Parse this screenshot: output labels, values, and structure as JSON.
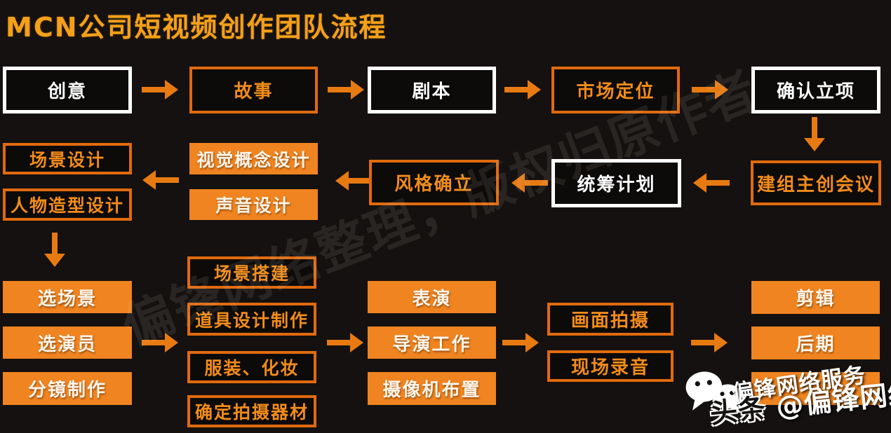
{
  "title": "MCN公司短视频创作团队流程",
  "colors": {
    "background": "#141110",
    "accent_orange": "#E87A12",
    "box_fill_orange": "#EF8420",
    "box_border_orange": "#E06A0E",
    "title_orange": "#F5A019",
    "white": "#FFFFFF"
  },
  "stages": {
    "idea": "创意",
    "story": "故事",
    "script": "剧本",
    "market_positioning": "市场定位",
    "project_approval": "确认立项",
    "scene_design": "场景设计",
    "character_design": "人物造型设计",
    "visual_concept_design": "视觉概念设计",
    "sound_design": "声音设计",
    "style_establishment": "风格确立",
    "overall_planning": "统筹计划",
    "crew_meeting": "建组主创会议",
    "choose_location": "选场景",
    "choose_actors": "选演员",
    "storyboard_production": "分镜制作",
    "set_construction": "场景搭建",
    "prop_design_production": "道具设计制作",
    "costume_makeup": "服装、化妆",
    "confirm_equipment": "确定拍摄器材",
    "acting": "表演",
    "directing": "导演工作",
    "camera_setup": "摄像机布置",
    "picture_shooting": "画面拍摄",
    "location_recording": "现场录音",
    "editing": "剪辑",
    "post_production": "后期",
    "obscured_stage": ""
  },
  "watermarks": {
    "diagonal": "偏锋网络整理，版权归原作者",
    "service": "偏锋网络服务",
    "toutiao_prefix": "头条",
    "toutiao_handle": "@偏锋网络",
    "wechat_icon": "wechat-logo"
  }
}
